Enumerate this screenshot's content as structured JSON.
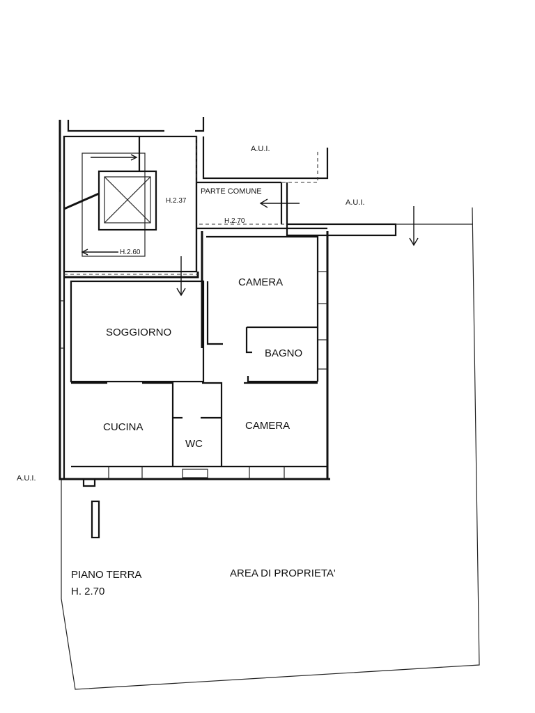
{
  "labels": {
    "aui_top": "A.U.I.",
    "aui_right": "A.U.I.",
    "aui_left": "A.U.I.",
    "parte_comune": "PARTE COMUNE",
    "h_237": "H.2.37",
    "h_270": "H.2.70",
    "h_260": "H.2.60",
    "camera_upper": "CAMERA",
    "soggiorno": "SOGGIORNO",
    "bagno": "BAGNO",
    "cucina": "CUCINA",
    "wc": "WC",
    "camera_lower": "CAMERA",
    "piano_terra": "PIANO TERRA",
    "piano_terra_height": "H. 2.70",
    "area_proprieta": "AREA DI PROPRIETA'"
  }
}
